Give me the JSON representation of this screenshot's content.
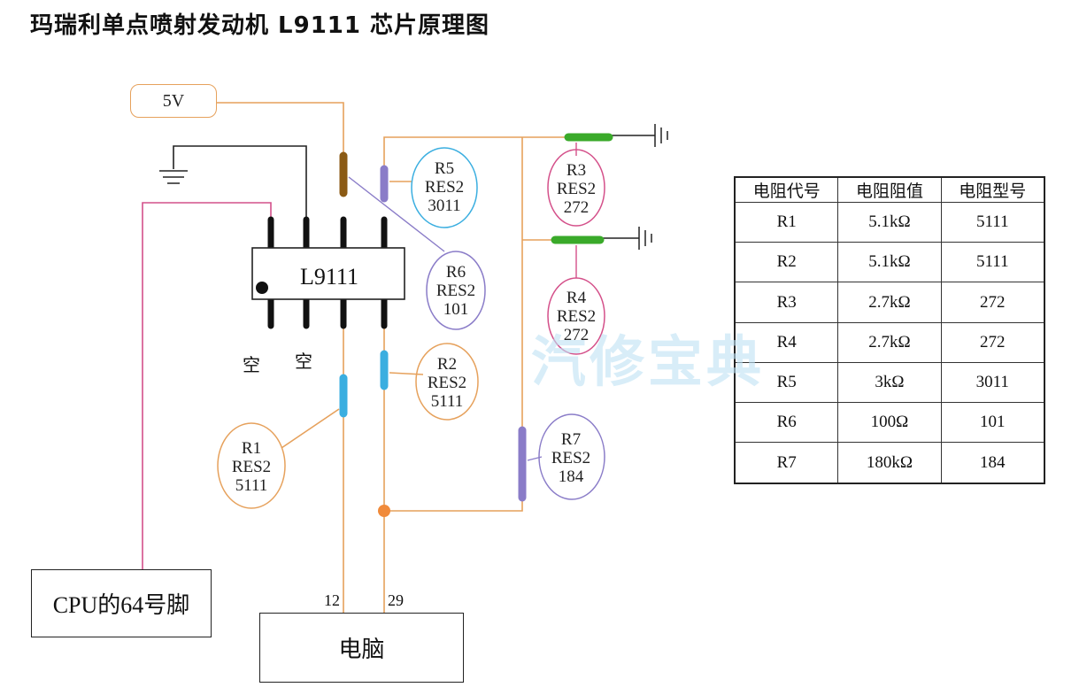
{
  "title": "玛瑞利单点喷射发动机 L9111 芯片原理图",
  "supply": {
    "label": "5V"
  },
  "chip": {
    "label": "L9111"
  },
  "pins": {
    "nc_left": "空",
    "nc_right": "空",
    "pin12": "12",
    "pin29": "29"
  },
  "boxes": {
    "cpu": "CPU的64号脚",
    "ecu": "电脑"
  },
  "resistors": {
    "R1": {
      "name": "R1",
      "type": "RES2",
      "code": "5111"
    },
    "R2": {
      "name": "R2",
      "type": "RES2",
      "code": "5111"
    },
    "R3": {
      "name": "R3",
      "type": "RES2",
      "code": "272"
    },
    "R4": {
      "name": "R4",
      "type": "RES2",
      "code": "272"
    },
    "R5": {
      "name": "R5",
      "type": "RES2",
      "code": "3011"
    },
    "R6": {
      "name": "R6",
      "type": "RES2",
      "code": "101"
    },
    "R7": {
      "name": "R7",
      "type": "RES2",
      "code": "184"
    }
  },
  "table": {
    "headers": [
      "电阻代号",
      "电阻阻值",
      "电阻型号"
    ],
    "rows": [
      [
        "R1",
        "5.1kΩ",
        "5111"
      ],
      [
        "R2",
        "5.1kΩ",
        "5111"
      ],
      [
        "R3",
        "2.7kΩ",
        "272"
      ],
      [
        "R4",
        "2.7kΩ",
        "272"
      ],
      [
        "R5",
        "3kΩ",
        "3011"
      ],
      [
        "R6",
        "100Ω",
        "101"
      ],
      [
        "R7",
        "180kΩ",
        "184"
      ]
    ]
  },
  "watermark": "汽修宝典",
  "colors": {
    "wire": "#e6a15c",
    "cpu_wire": "#d4508a",
    "res_purple": "#8a7cc8",
    "res_blue": "#3aaee0",
    "res_green": "#3aaa2a",
    "res_brown": "#8b5a14",
    "node": "#f08a3a"
  }
}
